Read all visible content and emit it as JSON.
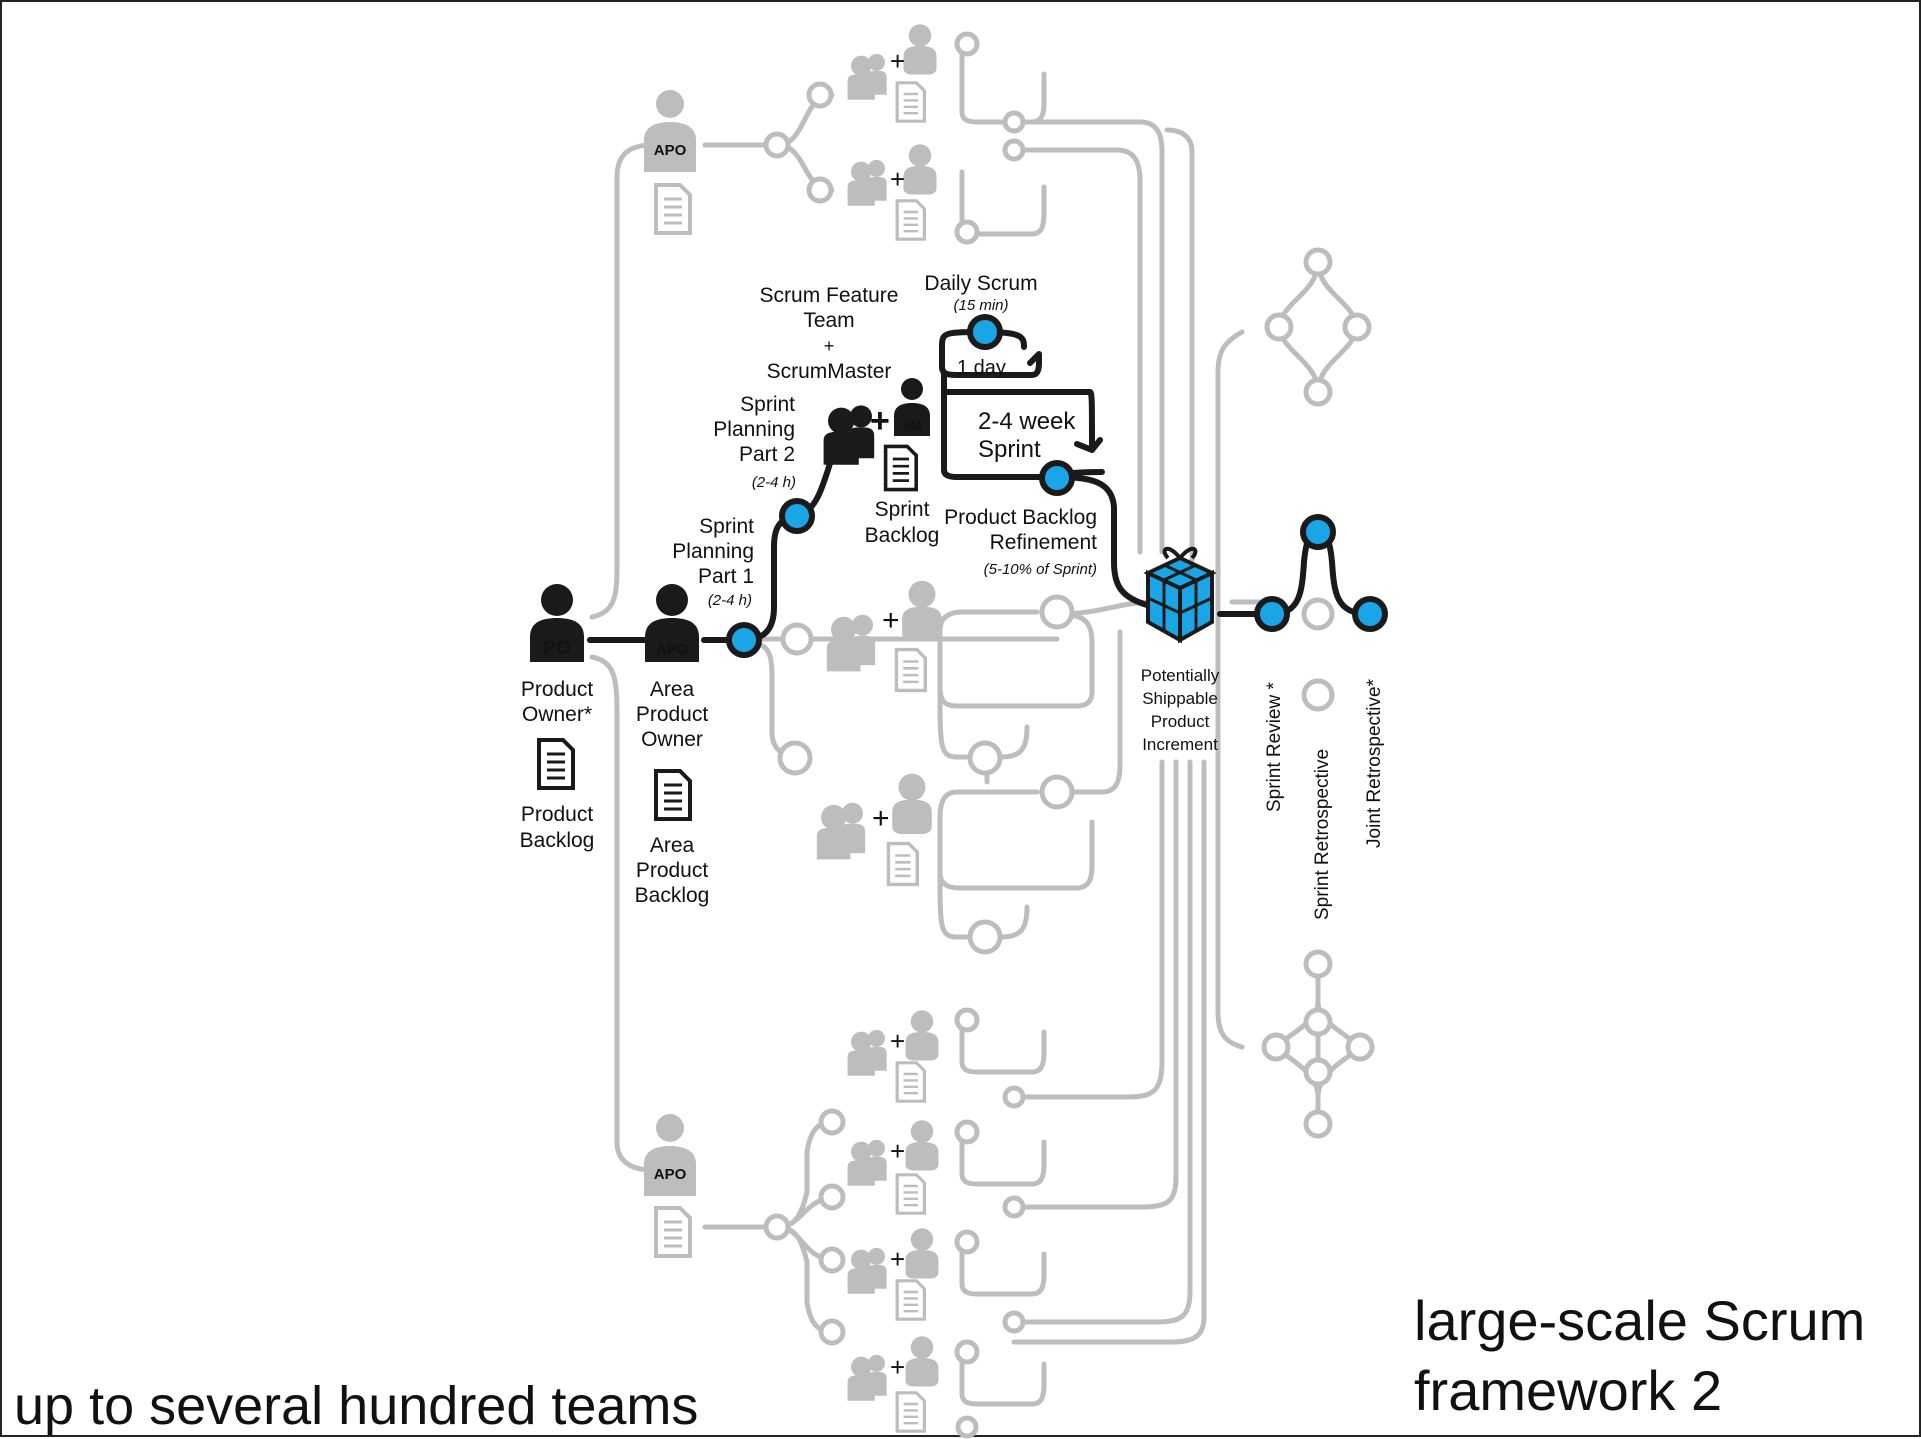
{
  "colors": {
    "accent": "#1aa6e6",
    "active": "#1a1a1a",
    "inactive": "#bdbdbd"
  },
  "icons": {
    "po": "person-icon",
    "apo": "person-icon",
    "team": "team-icon",
    "scrum_master": "person-icon",
    "backlog": "document-icon",
    "increment": "gift-box-icon"
  },
  "roles": {
    "po_badge": "PO",
    "apo_badge": "APO",
    "sm_badge": "SM",
    "plus": "+",
    "product_owner": [
      "Product",
      "Owner*"
    ],
    "product_backlog": [
      "Product",
      "Backlog"
    ],
    "area_product_owner": [
      "Area",
      "Product",
      "Owner"
    ],
    "area_product_backlog": [
      "Area",
      "Product",
      "Backlog"
    ]
  },
  "events": {
    "sprint_planning_1": [
      "Sprint",
      "Planning",
      "Part 1"
    ],
    "sprint_planning_1_time": "(2-4 h)",
    "sprint_planning_2": [
      "Sprint",
      "Planning",
      "Part 2"
    ],
    "sprint_planning_2_time": "(2-4 h)",
    "team": [
      "Scrum Feature",
      "Team",
      "+",
      "ScrumMaster"
    ],
    "sprint_backlog": [
      "Sprint",
      "Backlog"
    ],
    "daily_scrum": "Daily Scrum",
    "daily_scrum_time": "(15 min)",
    "one_day": "1 day",
    "sprint": [
      "2-4 week",
      "Sprint"
    ],
    "refinement": [
      "Product Backlog",
      "Refinement"
    ],
    "refinement_time": "(5-10% of Sprint)",
    "increment": [
      "Potentially",
      "Shippable",
      "Product",
      "Increment"
    ],
    "sprint_review": "Sprint Review *",
    "sprint_retrospective": "Sprint Retrospective",
    "joint_retrospective": "Joint Retrospective*"
  },
  "captions": {
    "teams": "up to several hundred teams",
    "title": [
      "large-scale Scrum",
      "framework 2"
    ]
  }
}
